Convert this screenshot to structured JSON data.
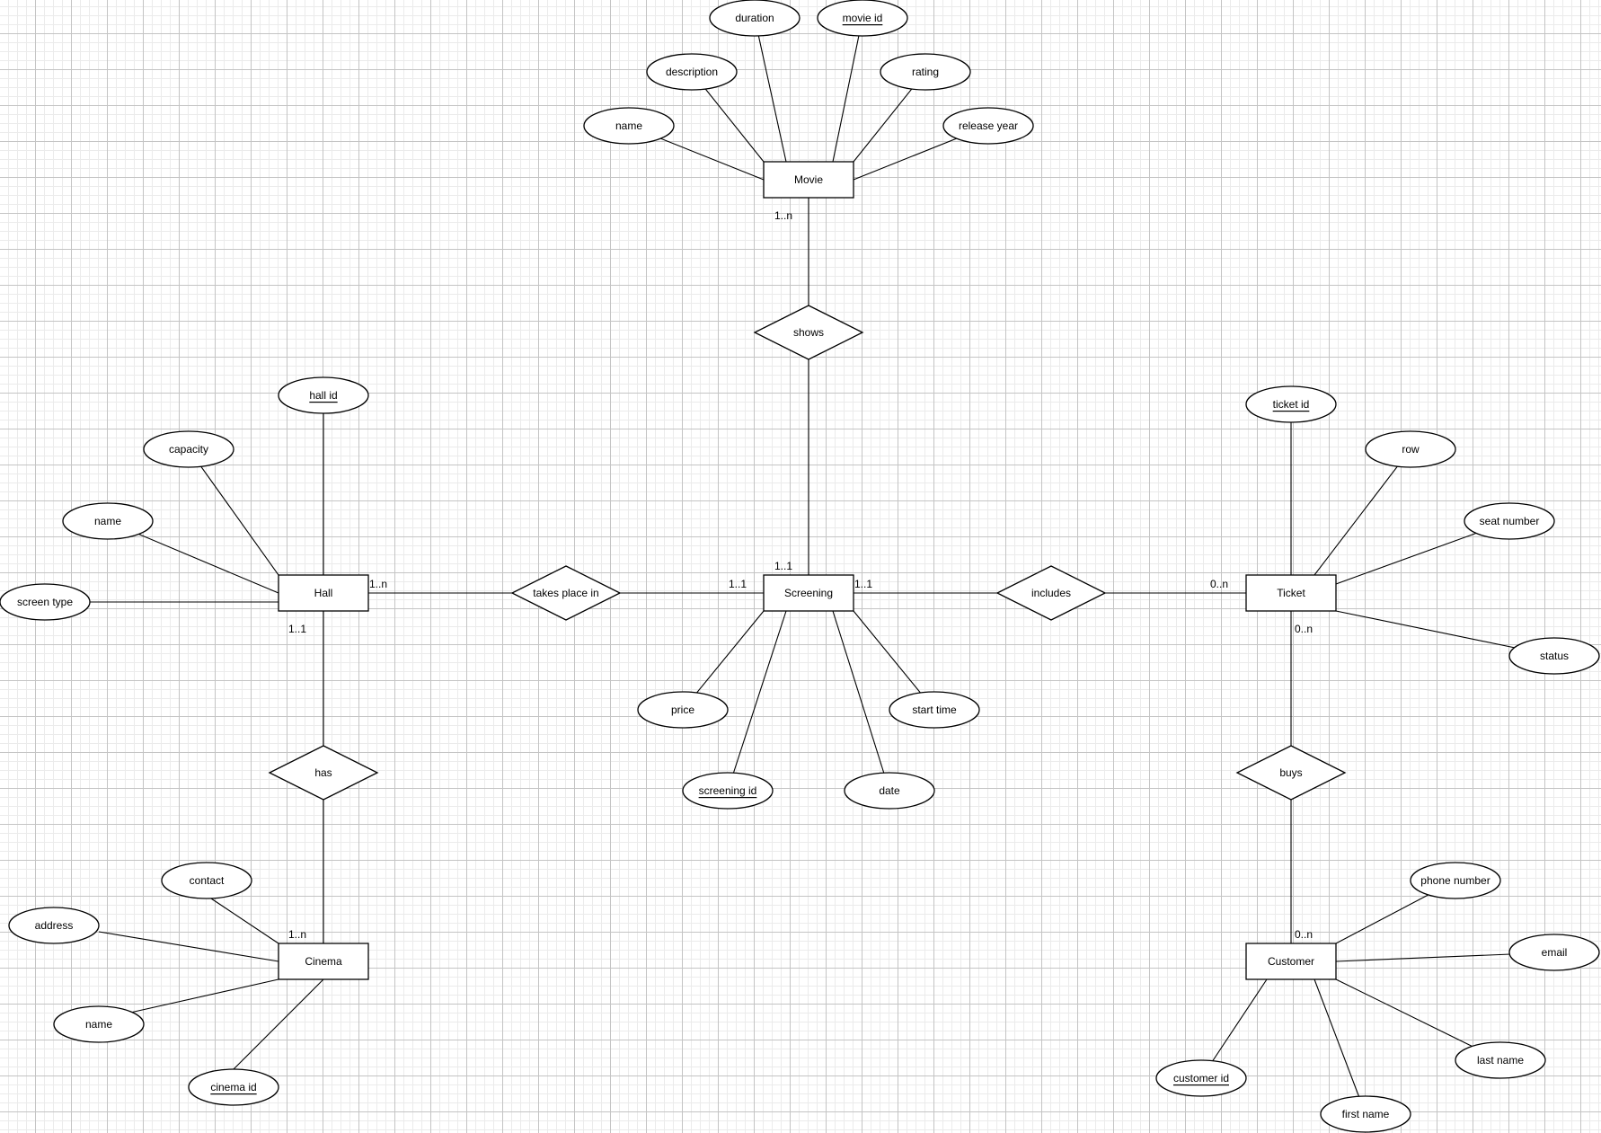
{
  "diagram": {
    "type": "er-diagram",
    "entities": [
      {
        "id": "movie",
        "label": "Movie"
      },
      {
        "id": "hall",
        "label": "Hall"
      },
      {
        "id": "screening",
        "label": "Screening"
      },
      {
        "id": "ticket",
        "label": "Ticket"
      },
      {
        "id": "cinema",
        "label": "Cinema"
      },
      {
        "id": "customer",
        "label": "Customer"
      }
    ],
    "relationships": [
      {
        "id": "shows",
        "label": "shows"
      },
      {
        "id": "takes-place-in",
        "label": "takes place in"
      },
      {
        "id": "includes",
        "label": "includes"
      },
      {
        "id": "has",
        "label": "has"
      },
      {
        "id": "buys",
        "label": "buys"
      }
    ],
    "attributes": [
      {
        "id": "m-duration",
        "entity": "movie",
        "label": "duration"
      },
      {
        "id": "m-movie-id",
        "entity": "movie",
        "label": "movie id",
        "key": true
      },
      {
        "id": "m-description",
        "entity": "movie",
        "label": "description"
      },
      {
        "id": "m-rating",
        "entity": "movie",
        "label": "rating"
      },
      {
        "id": "m-name",
        "entity": "movie",
        "label": "name"
      },
      {
        "id": "m-release-year",
        "entity": "movie",
        "label": "release year"
      },
      {
        "id": "h-hall-id",
        "entity": "hall",
        "label": "hall id",
        "key": true
      },
      {
        "id": "h-capacity",
        "entity": "hall",
        "label": "capacity"
      },
      {
        "id": "h-name",
        "entity": "hall",
        "label": "name"
      },
      {
        "id": "h-screen-type",
        "entity": "hall",
        "label": "screen type"
      },
      {
        "id": "s-price",
        "entity": "screening",
        "label": "price"
      },
      {
        "id": "s-start-time",
        "entity": "screening",
        "label": "start time"
      },
      {
        "id": "s-screening-id",
        "entity": "screening",
        "label": "screening id",
        "key": true
      },
      {
        "id": "s-date",
        "entity": "screening",
        "label": "date"
      },
      {
        "id": "t-ticket-id",
        "entity": "ticket",
        "label": "ticket id",
        "key": true
      },
      {
        "id": "t-row",
        "entity": "ticket",
        "label": "row"
      },
      {
        "id": "t-seat-number",
        "entity": "ticket",
        "label": "seat number"
      },
      {
        "id": "t-status",
        "entity": "ticket",
        "label": "status"
      },
      {
        "id": "c-contact",
        "entity": "cinema",
        "label": "contact"
      },
      {
        "id": "c-address",
        "entity": "cinema",
        "label": "address"
      },
      {
        "id": "c-name",
        "entity": "cinema",
        "label": "name"
      },
      {
        "id": "c-cinema-id",
        "entity": "cinema",
        "label": "cinema id",
        "key": true
      },
      {
        "id": "u-phone-number",
        "entity": "customer",
        "label": "phone number"
      },
      {
        "id": "u-email",
        "entity": "customer",
        "label": "email"
      },
      {
        "id": "u-last-name",
        "entity": "customer",
        "label": "last name"
      },
      {
        "id": "u-customer-id",
        "entity": "customer",
        "label": "customer id",
        "key": true
      },
      {
        "id": "u-first-name",
        "entity": "customer",
        "label": "first name"
      }
    ],
    "links": [
      {
        "id": "movie-shows",
        "from": "movie",
        "to": "shows",
        "cardinality": "1..n"
      },
      {
        "id": "shows-screening",
        "from": "shows",
        "to": "screening",
        "cardinality": "1..1"
      },
      {
        "id": "hall-takes",
        "from": "hall",
        "to": "takes-place-in",
        "cardinality": "1..n"
      },
      {
        "id": "takes-screening",
        "from": "takes-place-in",
        "to": "screening",
        "cardinality": "1..1"
      },
      {
        "id": "screening-includes",
        "from": "screening",
        "to": "includes",
        "cardinality": "1..1"
      },
      {
        "id": "includes-ticket",
        "from": "includes",
        "to": "ticket",
        "cardinality": "0..n"
      },
      {
        "id": "hall-has",
        "from": "hall",
        "to": "has",
        "cardinality": "1..1"
      },
      {
        "id": "has-cinema",
        "from": "has",
        "to": "cinema",
        "cardinality": "1..n"
      },
      {
        "id": "ticket-buys",
        "from": "ticket",
        "to": "buys",
        "cardinality": "0..n"
      },
      {
        "id": "buys-customer",
        "from": "buys",
        "to": "customer",
        "cardinality": "0..n"
      }
    ]
  }
}
